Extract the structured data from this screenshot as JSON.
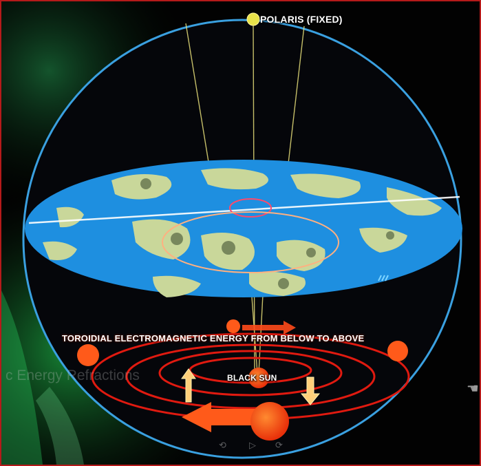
{
  "labels": {
    "polaris": "POLARIS (FIXED)",
    "toroidal": "TOROIDIAL ELECTROMAGNETIC ENERGY FROM BELOW TO ABOVE",
    "black_sun": "BLACK SUN"
  },
  "overlay_caption": "c Energy Refractions",
  "player_controls": [
    {
      "icon": "rewind-icon",
      "glyph": "⟲"
    },
    {
      "icon": "play-icon",
      "glyph": "▷"
    },
    {
      "icon": "forward-icon",
      "glyph": "⟳"
    }
  ],
  "colors": {
    "sphere_outline": "#3aa0e0",
    "ocean": "#1e8fe0",
    "land": "#c9d79a",
    "polaris_lines": "#e8e07a",
    "energy_red": "#e01a10",
    "energy_orange": "#ff5a1a",
    "frame_border": "#b51a1a"
  }
}
